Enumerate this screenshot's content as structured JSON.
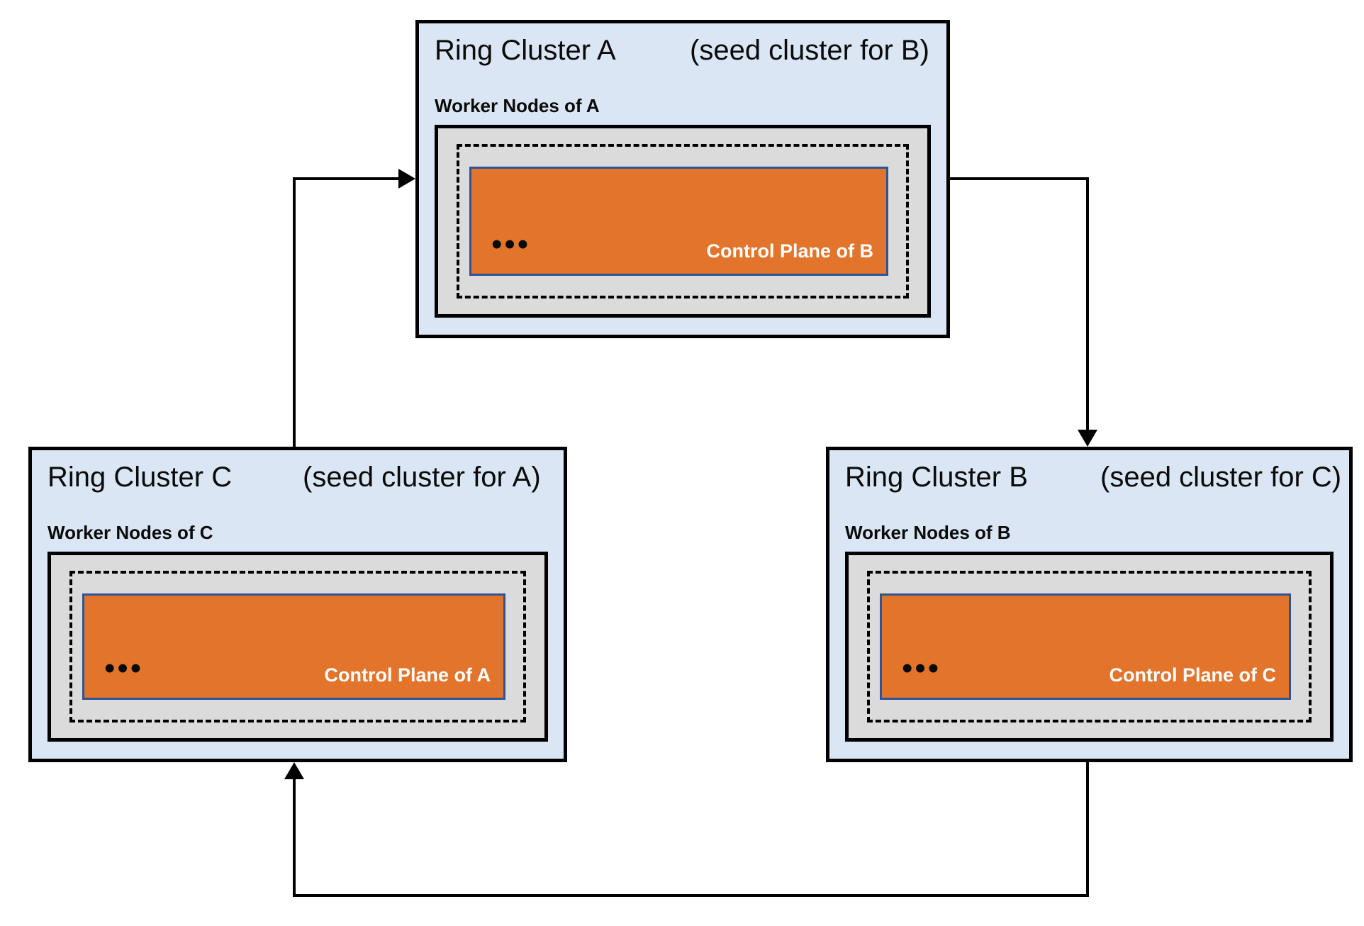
{
  "clusters": {
    "a": {
      "title": "Ring Cluster A",
      "subtitle": "(seed cluster for B)",
      "worker_label": "Worker Nodes of A",
      "control_plane_label": "Control Plane of B",
      "dots": "•••"
    },
    "b": {
      "title": "Ring Cluster B",
      "subtitle": "(seed cluster for C)",
      "worker_label": "Worker Nodes of B",
      "control_plane_label": "Control Plane of C",
      "dots": "•••"
    },
    "c": {
      "title": "Ring Cluster C",
      "subtitle": "(seed cluster for A)",
      "worker_label": "Worker Nodes of C",
      "control_plane_label": "Control Plane of A",
      "dots": "•••"
    }
  },
  "connections": [
    {
      "from": "Ring Cluster C",
      "to": "Ring Cluster A",
      "meaning": "C is seed cluster for A"
    },
    {
      "from": "Ring Cluster A",
      "to": "Ring Cluster B",
      "meaning": "A is seed cluster for B"
    },
    {
      "from": "Ring Cluster B",
      "to": "Ring Cluster C",
      "meaning": "B is seed cluster for C"
    }
  ],
  "colors": {
    "cluster_fill": "#dae6f3",
    "cluster_border": "#000000",
    "node_pool_fill": "#dbdbdb",
    "control_plane_fill": "#e2742c",
    "control_plane_border": "#2e5496",
    "control_plane_text": "#ffffff",
    "line_color": "#000000",
    "text_color": "#0b0b0b"
  }
}
